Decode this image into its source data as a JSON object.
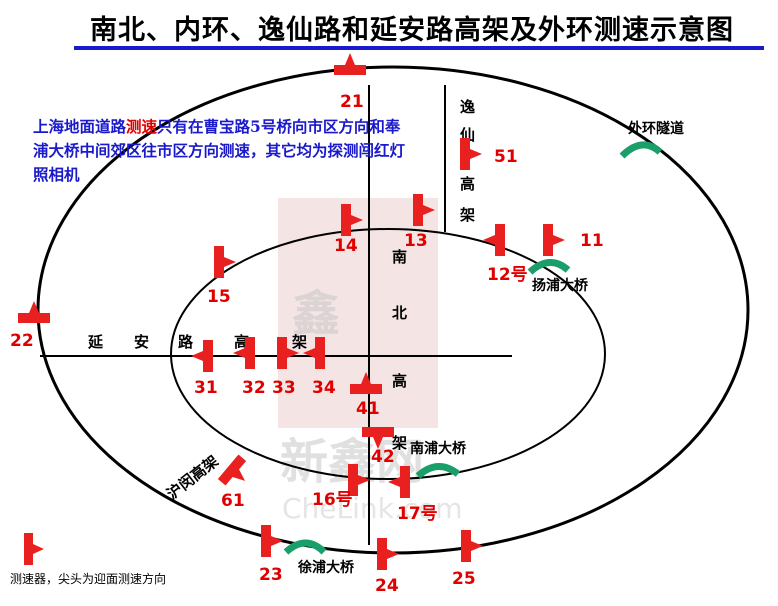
{
  "title": "南北、内环、逸仙路和延安路高架及外环测速示意图",
  "note": {
    "part1": "上海地面道路",
    "highlight": "测速",
    "part2": "只有在曹宝路5号桥向市区方向和奉浦大桥中间郊区往市区方向测速，其它均为探测闯红灯照相机"
  },
  "legend": "测速器，尖头为迎面测速方向",
  "watermark": {
    "char": "鑫",
    "text": "新鑫网",
    "url": "CheLink.com"
  },
  "roads": {
    "north_south": [
      "南",
      "北",
      "高",
      "架"
    ],
    "yixian": [
      "逸",
      "仙",
      "高",
      "架"
    ],
    "yanan": [
      "延",
      "安",
      "路",
      "高",
      "架"
    ],
    "huhang": "沪闵高架"
  },
  "bridges": {
    "outer_tunnel": "外环隧道",
    "yangpu": "扬浦大桥",
    "nanpu": "南浦大桥",
    "xupu": "徐浦大桥"
  },
  "cameras": [
    "21",
    "51",
    "11",
    "13",
    "14",
    "12号",
    "15",
    "22",
    "31",
    "32",
    "33",
    "34",
    "41",
    "42",
    "16号",
    "17号",
    "61",
    "23",
    "24",
    "25"
  ],
  "colors": {
    "marker": "#e82020",
    "title_rule": "#1a1acc",
    "note": "#1a1acc",
    "bridge_arc": "#1a9e6a"
  }
}
